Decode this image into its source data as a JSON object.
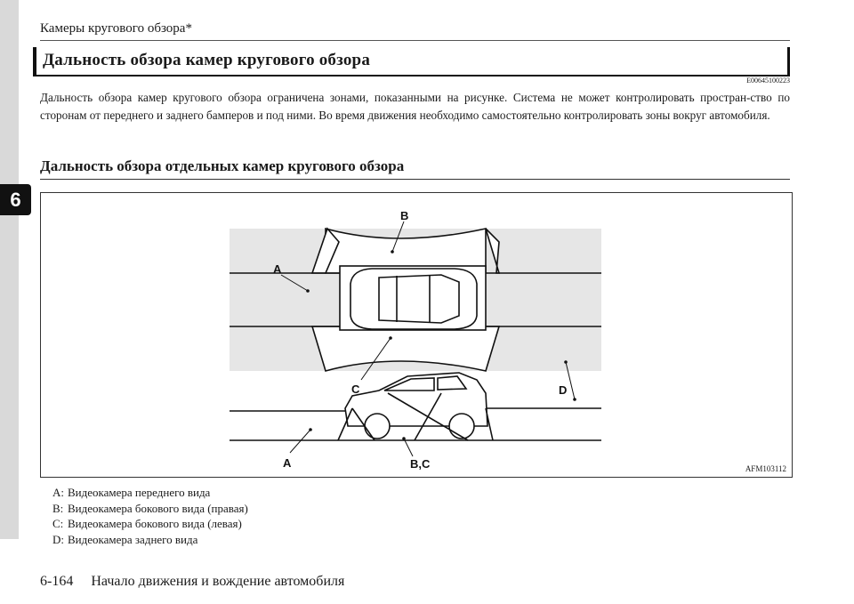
{
  "running_header": "Камеры кругового обзора*",
  "chapter_tab": "6",
  "section_title": "Дальность обзора камер кругового обзора",
  "ref_code": "E00645100223",
  "body_text": "Дальность обзора камер кругового обзора ограничена зонами, показанными на рисунке. Система не может контролировать простран-ство по сторонам от переднего и заднего бамперов и под ними. Во время движения необходимо самостоятельно контролировать зоны вокруг автомобиля.",
  "subsection_title": "Дальность обзора отдельных камер кругового обзора",
  "figure": {
    "code": "AFM103112",
    "labels": {
      "a_top": "A",
      "b_top": "B",
      "c_mid": "C",
      "d_mid": "D",
      "a_bottom": "A",
      "bc_bottom": "B,C"
    }
  },
  "legend": [
    {
      "key": "A:",
      "text": "Видеокамера переднего вида"
    },
    {
      "key": "B:",
      "text": "Видеокамера бокового вида (правая)"
    },
    {
      "key": "C:",
      "text": "Видеокамера бокового вида (левая)"
    },
    {
      "key": "D:",
      "text": "Видеокамера заднего вида"
    }
  ],
  "footer": {
    "page_number": "6-164",
    "chapter_name": "Начало движения и вождение автомобиля"
  }
}
